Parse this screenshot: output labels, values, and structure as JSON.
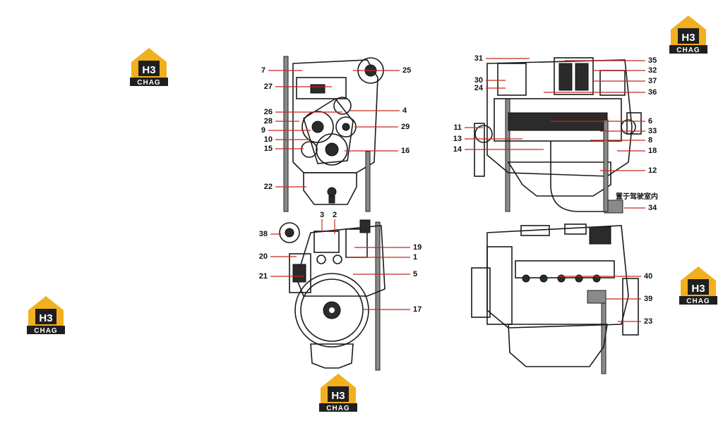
{
  "watermark": {
    "mark": "H3",
    "word": "CHAG",
    "color": "#f2b01e",
    "dark": "#1f1f1f"
  },
  "colors": {
    "leader": "#c8281e",
    "line": "#1a1a1a"
  },
  "views": {
    "front": [
      {
        "label": "7"
      },
      {
        "label": "25"
      },
      {
        "label": "27"
      },
      {
        "label": "26"
      },
      {
        "label": "4"
      },
      {
        "label": "28"
      },
      {
        "label": "9"
      },
      {
        "label": "29"
      },
      {
        "label": "10"
      },
      {
        "label": "15"
      },
      {
        "label": "16"
      },
      {
        "label": "22"
      }
    ],
    "right": [
      {
        "label": "31"
      },
      {
        "label": "35"
      },
      {
        "label": "32"
      },
      {
        "label": "30"
      },
      {
        "label": "24"
      },
      {
        "label": "37"
      },
      {
        "label": "36"
      },
      {
        "label": "6"
      },
      {
        "label": "11"
      },
      {
        "label": "33"
      },
      {
        "label": "13"
      },
      {
        "label": "8"
      },
      {
        "label": "14"
      },
      {
        "label": "18"
      },
      {
        "label": "12"
      },
      {
        "label": "34"
      }
    ],
    "rear": [
      {
        "label": "3"
      },
      {
        "label": "2"
      },
      {
        "label": "38"
      },
      {
        "label": "19"
      },
      {
        "label": "20"
      },
      {
        "label": "1"
      },
      {
        "label": "21"
      },
      {
        "label": "5"
      },
      {
        "label": "17"
      }
    ],
    "left": [
      {
        "label": "40"
      },
      {
        "label": "39"
      },
      {
        "label": "23"
      }
    ]
  },
  "note": {
    "text": "置于驾驶室内"
  }
}
